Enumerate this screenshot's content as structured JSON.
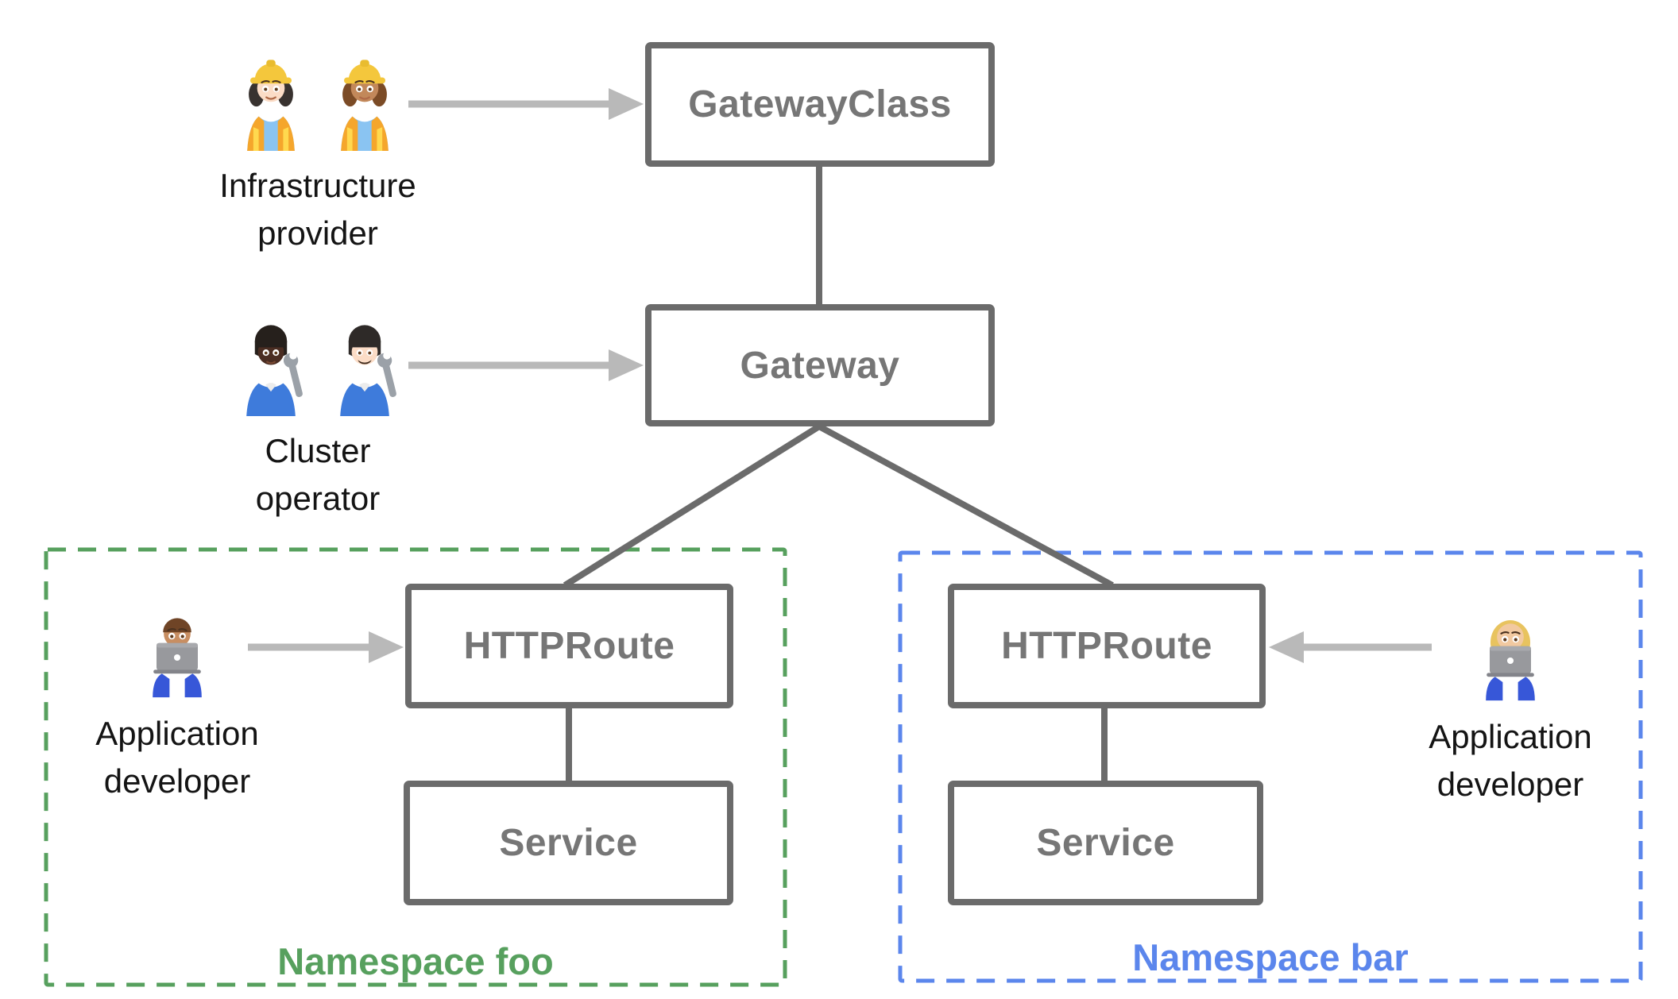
{
  "diagram": {
    "nodes": {
      "gatewayclass": "GatewayClass",
      "gateway": "Gateway",
      "httproute_foo": "HTTPRoute",
      "service_foo": "Service",
      "httproute_bar": "HTTPRoute",
      "service_bar": "Service"
    },
    "personas": {
      "infrastructure_provider": {
        "label_lines": [
          "Infrastructure",
          "provider"
        ],
        "icons": [
          "woman-construction-worker-light-skin",
          "woman-construction-worker-medium-skin"
        ]
      },
      "cluster_operator": {
        "label_lines": [
          "Cluster",
          "operator"
        ],
        "icons": [
          "mechanic-dark-skin",
          "man-mechanic-light-skin"
        ]
      },
      "application_developer_foo": {
        "label_lines": [
          "Application",
          "developer"
        ],
        "icons": [
          "man-technologist-medium-skin"
        ]
      },
      "application_developer_bar": {
        "label_lines": [
          "Application",
          "developer"
        ],
        "icons": [
          "woman-technologist-blonde"
        ]
      }
    },
    "namespaces": {
      "foo": {
        "label": "Namespace foo",
        "color": "#57a05e"
      },
      "bar": {
        "label": "Namespace bar",
        "color": "#5b86ec"
      }
    },
    "colors": {
      "node_border": "#6b6b6b",
      "node_text": "#767676",
      "connector": "#6b6b6b",
      "arrow": "#b9b9b9",
      "persona_label": "#141414",
      "background": "#ffffff"
    }
  }
}
